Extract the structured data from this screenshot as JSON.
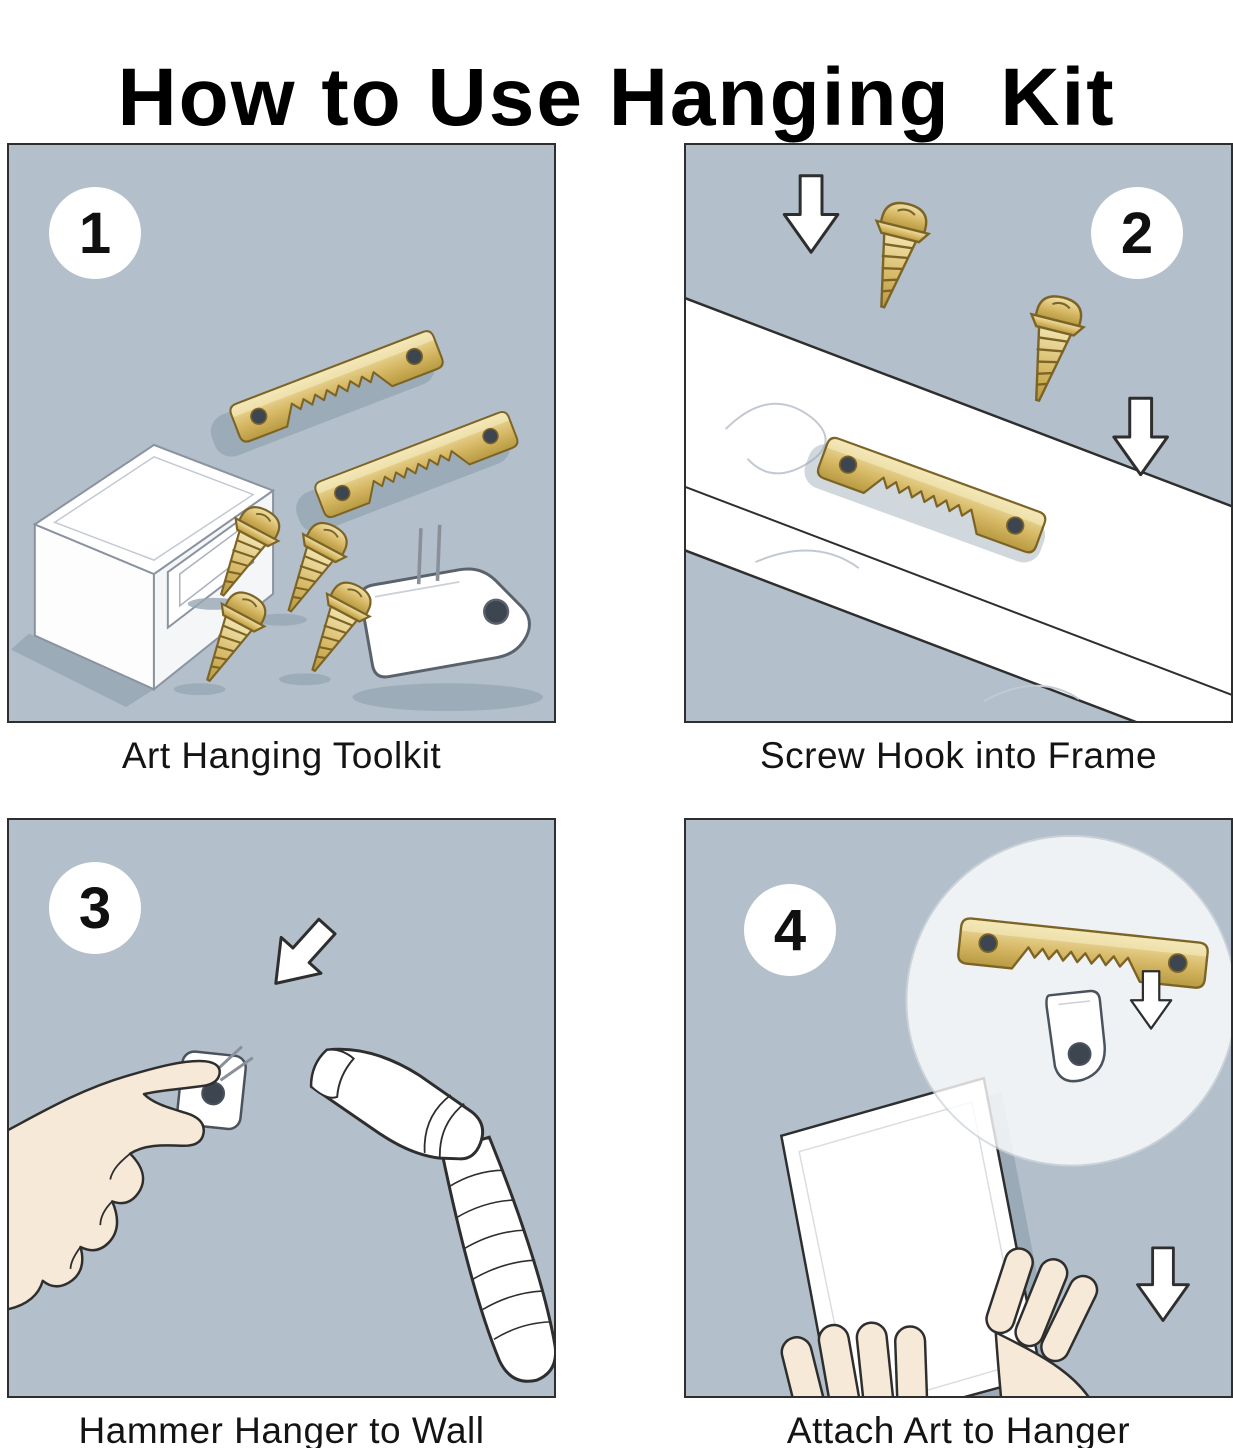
{
  "title": "How to Use Hanging  Kit",
  "panels": [
    {
      "number": "1",
      "caption": "Art Hanging Toolkit"
    },
    {
      "number": "2",
      "caption": "Screw Hook into Frame"
    },
    {
      "number": "3",
      "caption": "Hammer Hanger to Wall"
    },
    {
      "number": "4",
      "caption": "Attach Art to Hanger"
    }
  ],
  "colors": {
    "panel_background": "#b3bfca",
    "brass": "#d7b966",
    "outline": "#2e2e2e",
    "shadow": "#97a7b4",
    "skin": "#f7e9d7",
    "white": "#ffffff"
  }
}
